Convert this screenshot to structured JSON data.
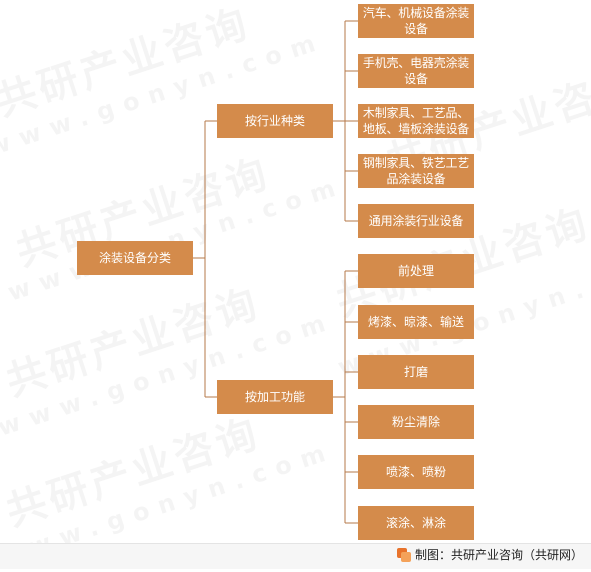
{
  "diagram": {
    "root": "涂装设备分类",
    "branch_industry": "按行业种类",
    "branch_process": "按加工功能",
    "industry_items": [
      "汽车、机械设备涂装设备",
      "手机壳、电器壳涂装设备",
      "木制家具、工艺品、地板、墙板涂装设备",
      "钢制家具、铁艺工艺品涂装设备",
      "通用涂装行业设备"
    ],
    "process_items": [
      "前处理",
      "烤漆、晾漆、输送",
      "打磨",
      "粉尘清除",
      "喷漆、喷粉",
      "滚涂、淋涂"
    ]
  },
  "watermark": {
    "cn": "共研产业咨询",
    "en": "www.gonyn.com"
  },
  "footer": {
    "credit": "制图：共研产业咨询（共研网）"
  },
  "colors": {
    "box": "#d48b4b",
    "line": "#b5794a"
  }
}
